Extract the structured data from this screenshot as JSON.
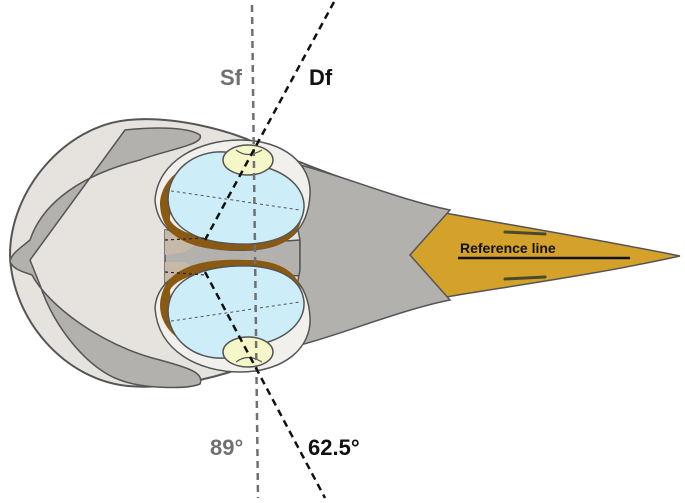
{
  "diagram": {
    "labels": {
      "sf": "Sf",
      "df": "Df",
      "sf_angle": "89°",
      "df_angle": "62.5°",
      "reference_line": "Reference line"
    },
    "colors": {
      "background": "#ffffff",
      "skull_outer": "#e6e3df",
      "skull_inner": "#b3b1ae",
      "outline": "#555555",
      "beak": "#d4a22a",
      "orbit_fill": "#cdeef8",
      "orbit_rim": "#8b5a12",
      "eye_ring": "#f6f7c9",
      "sf_line": "#707070",
      "df_line": "#111111"
    }
  }
}
